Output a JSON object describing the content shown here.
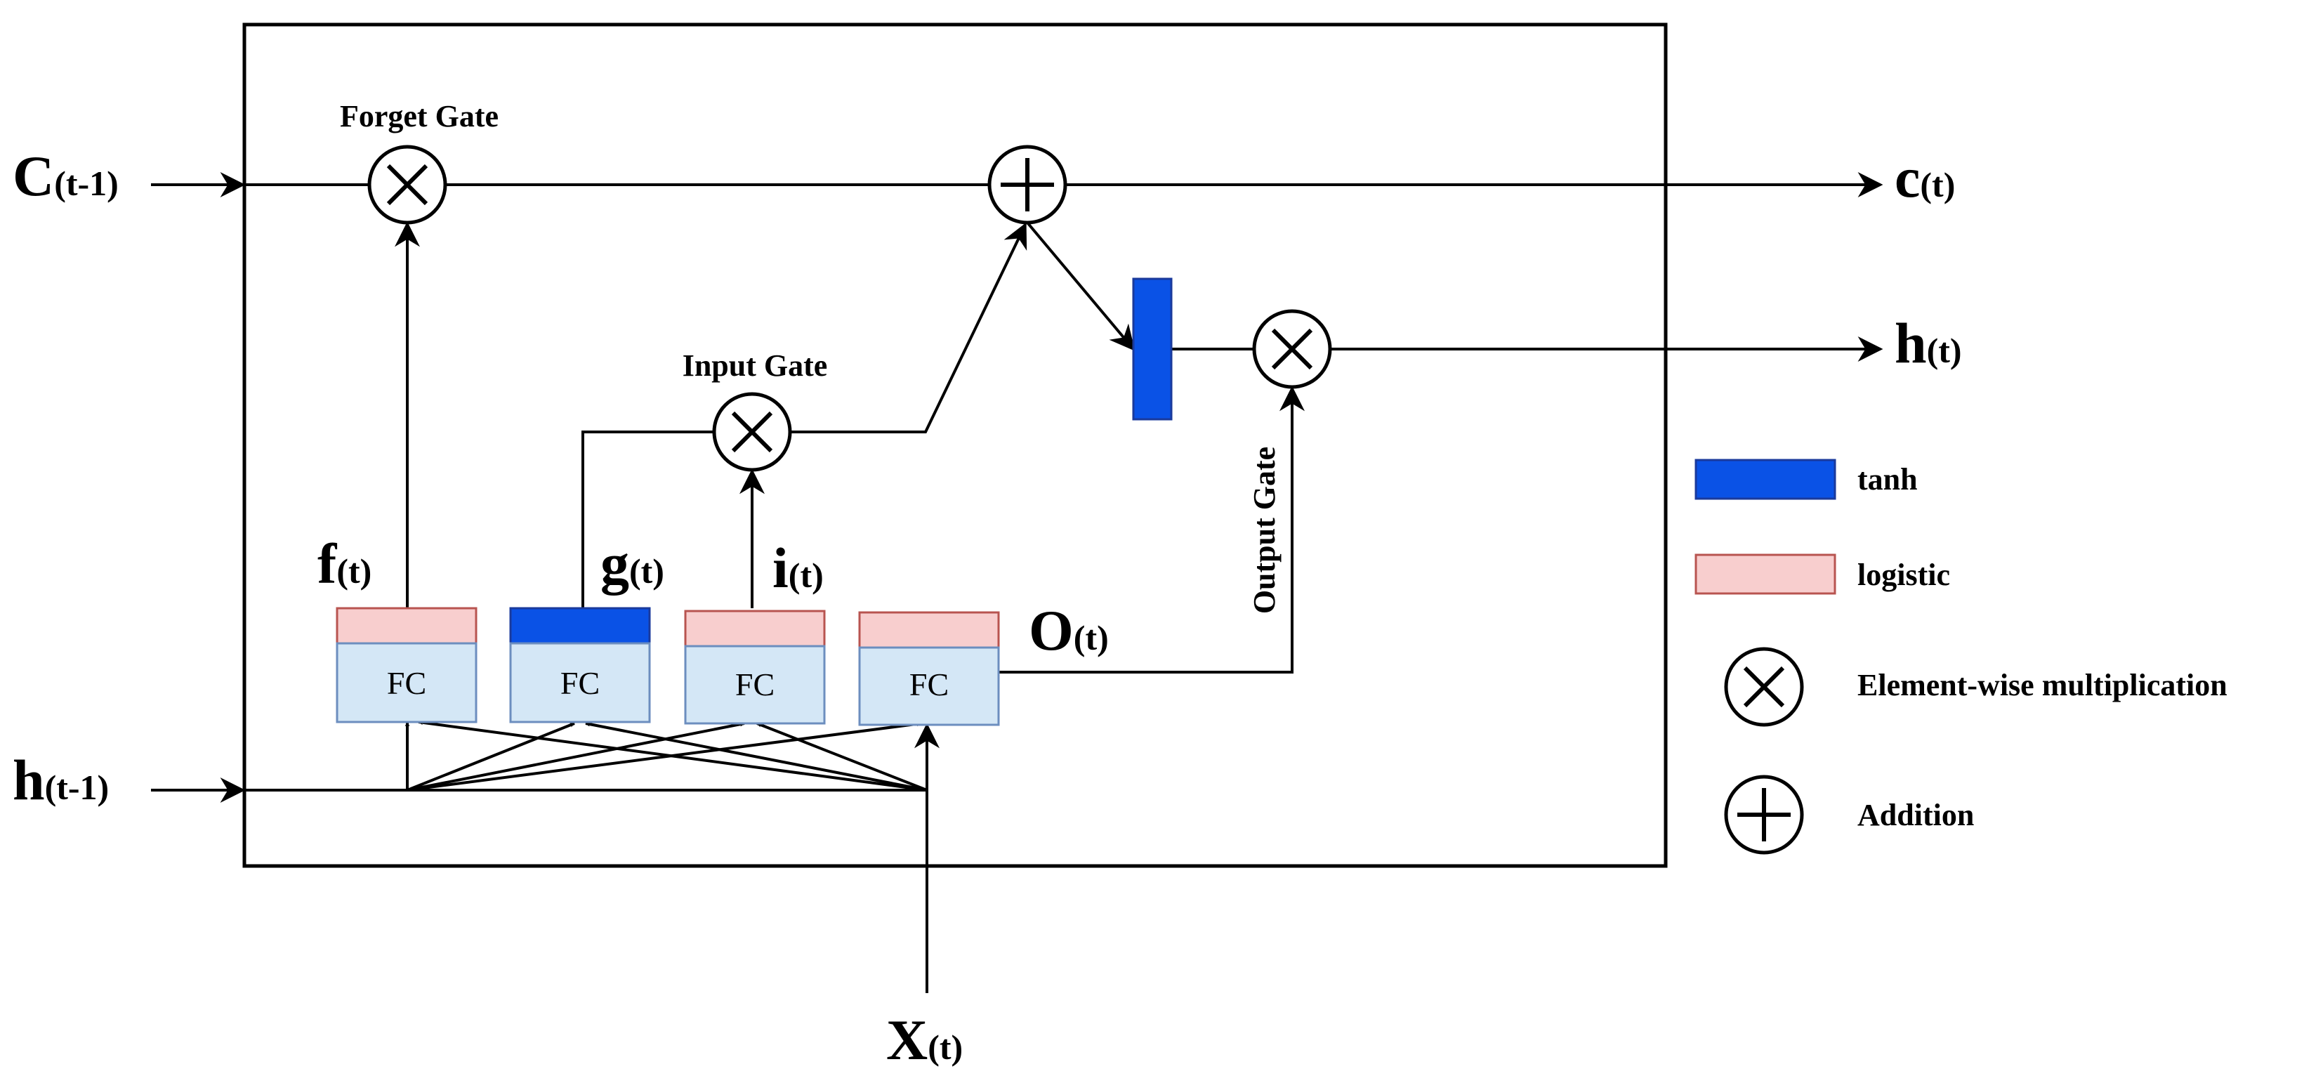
{
  "inputs": {
    "c_prev": {
      "main": "C",
      "sub": "(t-1)"
    },
    "h_prev": {
      "main": "h",
      "sub": "(t-1)"
    },
    "x_t": {
      "main": "X",
      "sub": "(t)"
    }
  },
  "outputs": {
    "c_t": {
      "main": "c",
      "sub": "(t)"
    },
    "h_t": {
      "main": "h",
      "sub": "(t)"
    }
  },
  "gates": {
    "forget": "Forget Gate",
    "input": "Input Gate",
    "output": "Output Gate"
  },
  "gate_outputs": {
    "f": {
      "main": "f",
      "sub": "(t)"
    },
    "g": {
      "main": "g",
      "sub": "(t)"
    },
    "i": {
      "main": "i",
      "sub": "(t)"
    },
    "o": {
      "main": "O",
      "sub": "(t)"
    }
  },
  "fc_blocks": [
    {
      "label": "FC",
      "activation": "logistic"
    },
    {
      "label": "FC",
      "activation": "tanh"
    },
    {
      "label": "FC",
      "activation": "logistic"
    },
    {
      "label": "FC",
      "activation": "logistic"
    }
  ],
  "legend": {
    "tanh": "tanh",
    "logistic": "logistic",
    "multiplication": "Element-wise multiplication",
    "addition": "Addition"
  },
  "colors": {
    "tanh": "#0a52e6",
    "tanh_border": "#1a3a9c",
    "logistic": "#f8cece",
    "logistic_border": "#b85450",
    "fc": "#d4e7f6",
    "fc_border": "#6c8ebf"
  }
}
